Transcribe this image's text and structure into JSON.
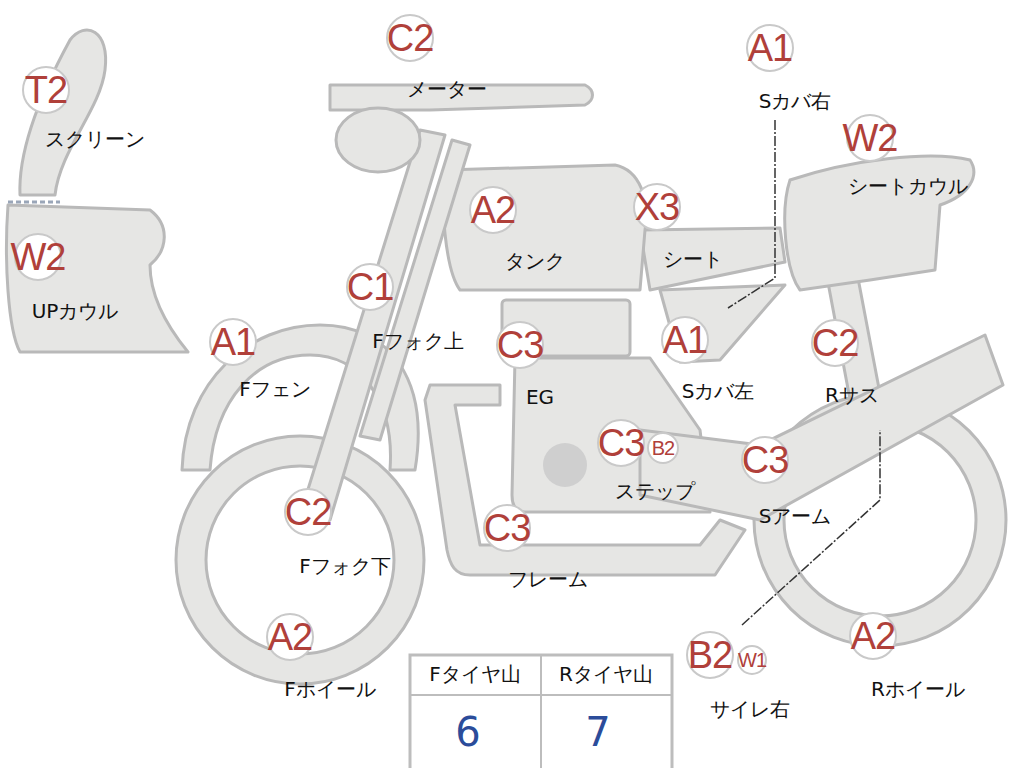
{
  "diagram": {
    "nodes": [
      {
        "text": [
          "T2",
          "スクリーン"
        ]
      },
      {
        "text": [
          "W2",
          "UPカウル"
        ]
      },
      {
        "text": [
          "C2",
          "メーター"
        ]
      },
      {
        "text": [
          "A1",
          "Sカバ右"
        ]
      },
      {
        "text": [
          "W2",
          "シートカウル"
        ]
      },
      {
        "text": [
          "A2",
          "タンク"
        ]
      },
      {
        "text": [
          "X3",
          "シート"
        ]
      },
      {
        "text": [
          "C1",
          "Fフォク上"
        ]
      },
      {
        "text": [
          "A1",
          "Fフェン"
        ]
      },
      {
        "text": [
          "C3",
          "EG"
        ]
      },
      {
        "text": [
          "A1",
          "Sカバ左"
        ]
      },
      {
        "text": [
          "C2",
          "Rサス"
        ]
      },
      {
        "text": [
          "C3",
          "ステップ"
        ]
      },
      {
        "text": [
          "B2"
        ]
      },
      {
        "text": [
          "C3",
          "Sアーム"
        ]
      },
      {
        "text": [
          "C2",
          "Fフォク下"
        ]
      },
      {
        "text": [
          "C3",
          "フレーム"
        ]
      },
      {
        "text": [
          "A2",
          "Fホイール"
        ]
      },
      {
        "text": [
          "B2",
          "サイレ右"
        ]
      },
      {
        "text": [
          "W1"
        ]
      },
      {
        "text": [
          "A2",
          "Rホイール"
        ]
      }
    ],
    "labels": [
      "Fタイヤ山",
      "Rタイヤ山",
      "6",
      "7"
    ]
  }
}
